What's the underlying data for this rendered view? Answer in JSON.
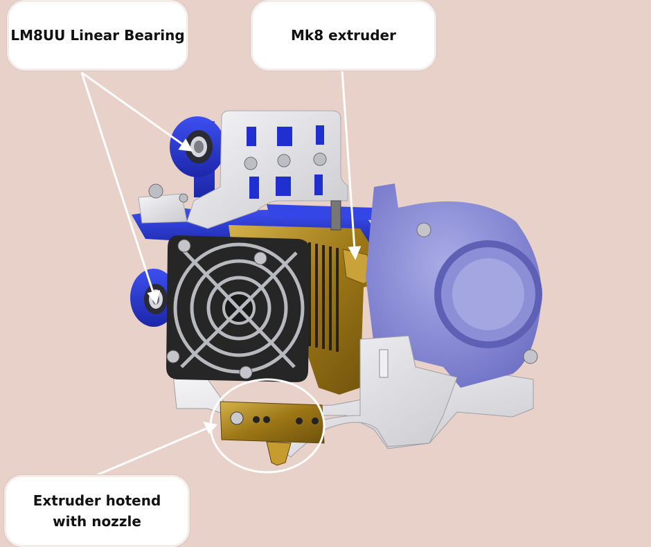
{
  "labels": {
    "bearing": "LM8UU Linear Bearing",
    "mk8": "Mk8 extruder",
    "hotend": "Extruder hotend with nozzle"
  },
  "colors": {
    "background": "#e8d1c9",
    "blue_parts": "#2a3bd8",
    "white_parts": "#e9e9ec",
    "fan_black": "#222222",
    "brass": "#b08a25",
    "blower_lavender": "#8c8fd6",
    "arrow": "#ffffff"
  }
}
